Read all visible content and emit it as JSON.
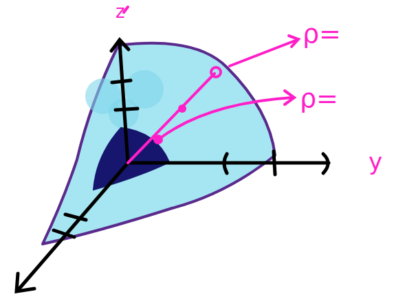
{
  "diagram": {
    "labels": [
      "z",
      "ρ=",
      "ρ=",
      "y"
    ]
  }
}
